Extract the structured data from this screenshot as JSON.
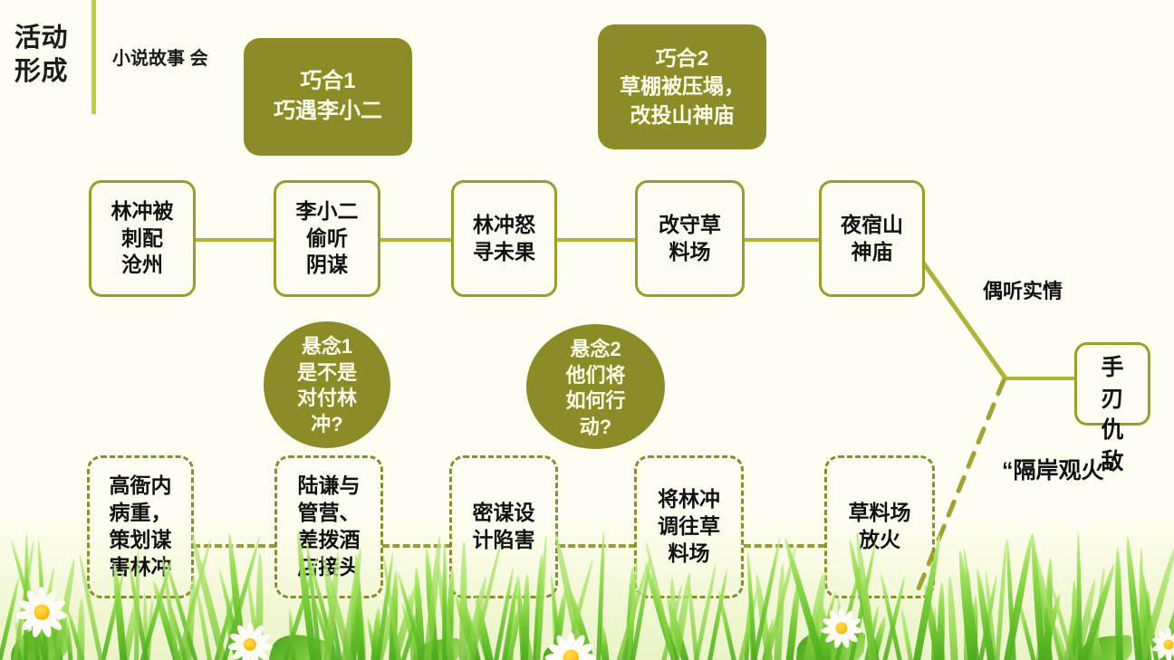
{
  "header": {
    "title_lines": [
      "活动",
      "形成"
    ],
    "subtitle_lines": [
      "小说故事",
      "会"
    ]
  },
  "colors": {
    "olive": "#8b8c28",
    "border": "#9a9c2e",
    "accent_bar": "#c3cb3f",
    "connector": "#b0b23a",
    "background": "#fdfdf2",
    "node_fill": "#fbfcef"
  },
  "coincidence_boxes": [
    {
      "name": "coincidence-1",
      "lines": [
        "巧合1",
        "巧遇李小二"
      ]
    },
    {
      "name": "coincidence-2",
      "lines": [
        "巧合2",
        "草棚被压塌，",
        "改投山神庙"
      ]
    }
  ],
  "main_chain": [
    {
      "lines": [
        "林冲被",
        "刺配",
        "沧州"
      ]
    },
    {
      "lines": [
        "李小二",
        "偷听",
        "阴谋"
      ]
    },
    {
      "lines": [
        "林冲怒",
        "寻未果"
      ]
    },
    {
      "lines": [
        "改守草",
        "料场"
      ]
    },
    {
      "lines": [
        "夜宿山",
        "神庙"
      ]
    }
  ],
  "suspense_circles": [
    {
      "lines": [
        "悬念1",
        "是不是",
        "对付林",
        "冲?"
      ]
    },
    {
      "lines": [
        "悬念2",
        "他们将",
        "如何行",
        "动?"
      ]
    }
  ],
  "hidden_chain": [
    {
      "lines": [
        "高衙内",
        "病重，",
        "策划谋",
        "害林冲"
      ]
    },
    {
      "lines": [
        "陆谦与",
        "管营、",
        "差拨酒",
        "店接头"
      ]
    },
    {
      "lines": [
        "密谋设",
        "计陷害"
      ]
    },
    {
      "lines": [
        "将林冲",
        "调往草",
        "料场"
      ]
    },
    {
      "lines": [
        "草料场",
        "放火"
      ]
    }
  ],
  "finale": {
    "node_lines": [
      "手",
      "刃",
      "仇",
      "敌"
    ],
    "overhear_label": "偶听实情",
    "watch_label": "“隔岸观火”"
  }
}
